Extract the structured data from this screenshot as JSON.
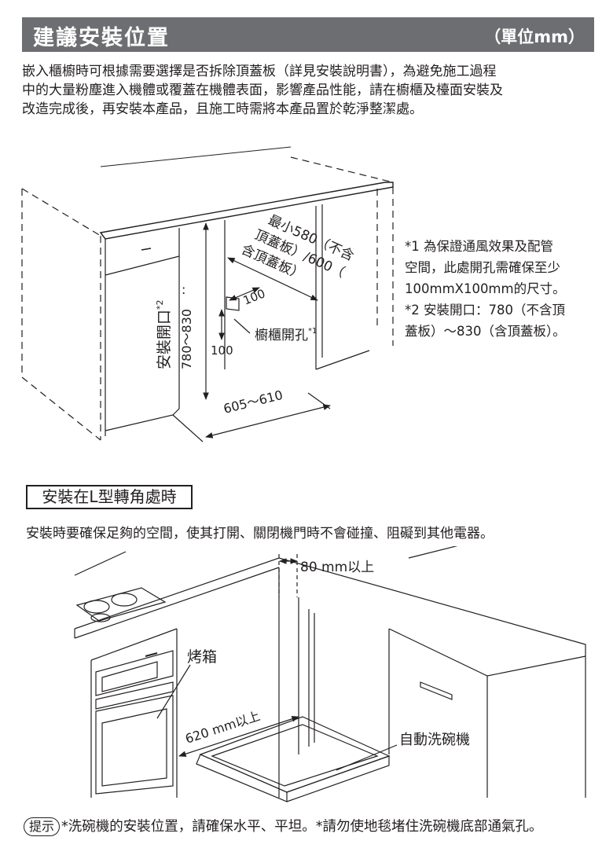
{
  "header": {
    "title": "建議安裝位置",
    "unit": "（單位mm）"
  },
  "intro": {
    "lines": [
      "嵌入櫃櫥時可根據需要選擇是否拆除頂蓋板（詳見安裝說明書），為避免施工過程",
      "中的大量粉塵進入機體或覆蓋在機體表面，影響產品性能，請在櫥櫃及檯面安裝及",
      "改造完成後，再安裝本產品，且施工時需將本產品置於乾淨整潔處。"
    ]
  },
  "diagram1": {
    "opening_label": "安裝開口",
    "opening_note": "*2",
    "opening_dims": "780～830",
    "depth_line1": "最小580（不含",
    "depth_line2": "頂蓋板）/600（",
    "depth_line3": "含頂蓋板）",
    "hole_width": "100",
    "hole_height": "100",
    "hole_label": "櫥櫃開孔",
    "hole_note": "*1",
    "width_dims": "605～610"
  },
  "notes": {
    "lines": [
      "*1 為保證通風效果及配管",
      "空間，此處開孔需確保至少",
      "100mmX100mm的尺寸。",
      "*2 安裝開口：780（不含頂",
      "蓋板）～830（含頂蓋板）。"
    ]
  },
  "section2": {
    "title": "安裝在L型轉角處時",
    "description": "安裝時要確保足夠的空間，使其打開、關閉機門時不會碰撞、阻礙到其他電器。"
  },
  "diagram2": {
    "clearance_label": "80 mm以上",
    "oven_label": "烤箱",
    "door_clearance_label": "620 mm以上",
    "dishwasher_label": "自動洗碗機"
  },
  "footer": {
    "tip_badge": "提示",
    "text": "*洗碗機的安裝位置，請確保水平、平坦。*請勿使地毯堵住洗碗機底部通氣孔。"
  }
}
